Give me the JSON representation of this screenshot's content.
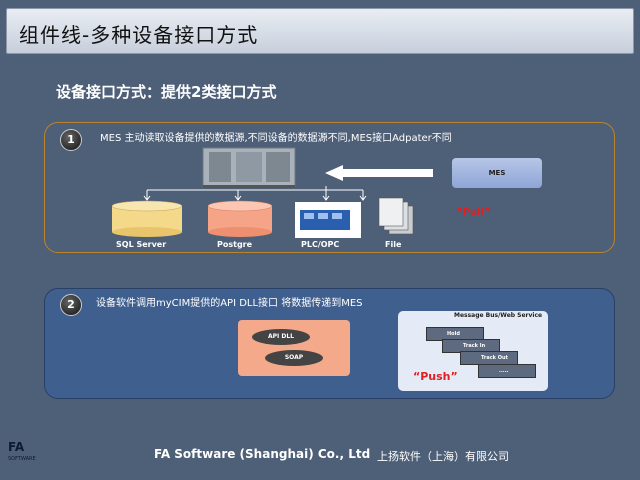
{
  "header": {
    "title": "组件线-多种设备接口方式"
  },
  "subtitle": "设备接口方式：提供2类接口方式",
  "section1": {
    "number": "1",
    "description": "MES 主动读取设备提供的数据源,不同设备的数据源不同,MES接口Adpater不同",
    "mes_label": "MES",
    "pull_label": "“Pull”",
    "sources": [
      "SQL Server",
      "Postgre",
      "PLC/OPC",
      "File"
    ]
  },
  "section2": {
    "number": "2",
    "description": "设备软件调用myCIM提供的API DLL接口 将数据传递到MES",
    "api_items": [
      "API DLL",
      "SOAP"
    ],
    "bus_title": "Message Bus/Web Service",
    "bus_steps": [
      "Hold",
      "Track In",
      "Track Out",
      "....."
    ],
    "push_label": "“Push”"
  },
  "footer": {
    "logo_mark": "FA",
    "logo_sub": "SOFTWARE",
    "company_en": "FA Software (Shanghai) Co., Ltd",
    "company_cn": "上扬软件（上海）有限公司"
  },
  "colors": {
    "background": "#4e5f78",
    "panel1_border": "#b9842e",
    "panel2_fill": "#3f5f8f",
    "accent_red": "#e02020",
    "mes_box": "#8ea5d6",
    "api_box": "#f3a98a"
  }
}
